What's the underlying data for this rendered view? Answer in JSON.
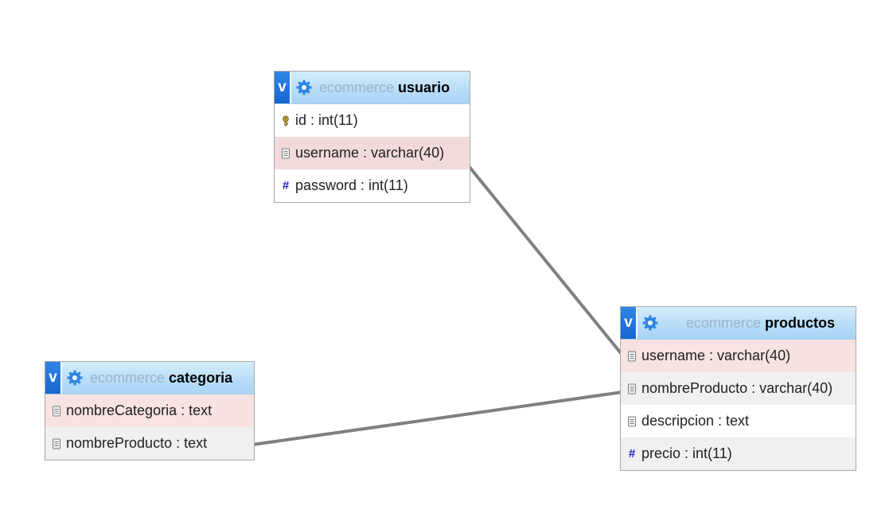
{
  "colors": {
    "header_bg": "#b8ddf7",
    "toggle_bg": "#1566cf",
    "db_name_text": "#9bb4c8",
    "relation_line": "#808080",
    "row_pink": "#f8e2e2",
    "row_gray": "#f0f0f0",
    "hash_icon": "#1a1ac8"
  },
  "tables": {
    "usuario": {
      "toggle_label": "v",
      "db": "ecommerce",
      "name": "usuario",
      "columns": [
        {
          "text": "id : int(11)",
          "icon": "key-icon"
        },
        {
          "text": "username : varchar(40)",
          "icon": "text-column-icon"
        },
        {
          "text": "password : int(11)",
          "icon": "numeric-column-icon"
        }
      ]
    },
    "productos": {
      "toggle_label": "v",
      "db": "ecommerce",
      "name": "productos",
      "columns": [
        {
          "text": "username : varchar(40)",
          "icon": "text-column-icon"
        },
        {
          "text": "nombreProducto : varchar(40)",
          "icon": "text-column-icon"
        },
        {
          "text": "descripcion : text",
          "icon": "text-column-icon"
        },
        {
          "text": "precio : int(11)",
          "icon": "numeric-column-icon"
        }
      ]
    },
    "categoria": {
      "toggle_label": "v",
      "db": "ecommerce",
      "name": "categoria",
      "columns": [
        {
          "text": "nombreCategoria : text",
          "icon": "text-column-icon"
        },
        {
          "text": "nombreProducto : text",
          "icon": "text-column-icon"
        }
      ]
    }
  },
  "relations": [
    {
      "from": "usuario.username",
      "to": "productos.username"
    },
    {
      "from": "categoria.nombreProducto",
      "to": "productos.nombreProducto"
    }
  ]
}
